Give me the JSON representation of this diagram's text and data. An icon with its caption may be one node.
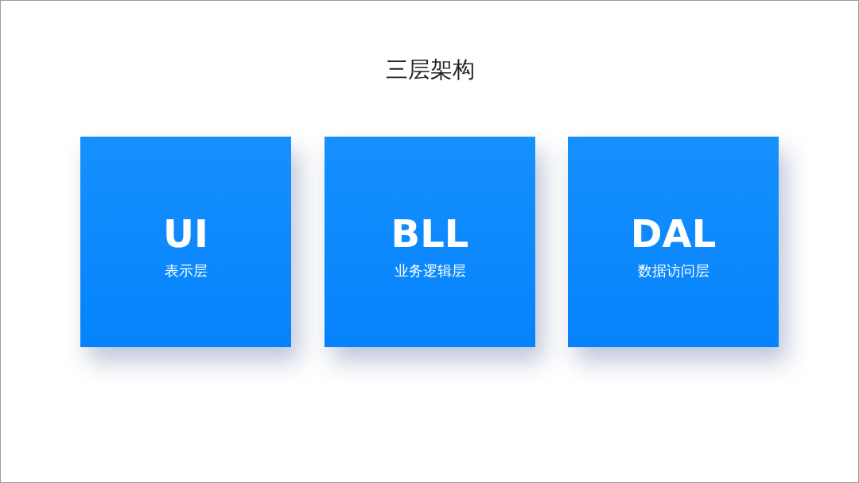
{
  "diagram": {
    "title": "三层架构",
    "nodes": [
      {
        "text": [
          "UI",
          "表示层"
        ]
      },
      {
        "text": [
          "BLL",
          "业务逻辑层"
        ]
      },
      {
        "text": [
          "DAL",
          "数据访问层"
        ]
      }
    ],
    "edges": []
  }
}
